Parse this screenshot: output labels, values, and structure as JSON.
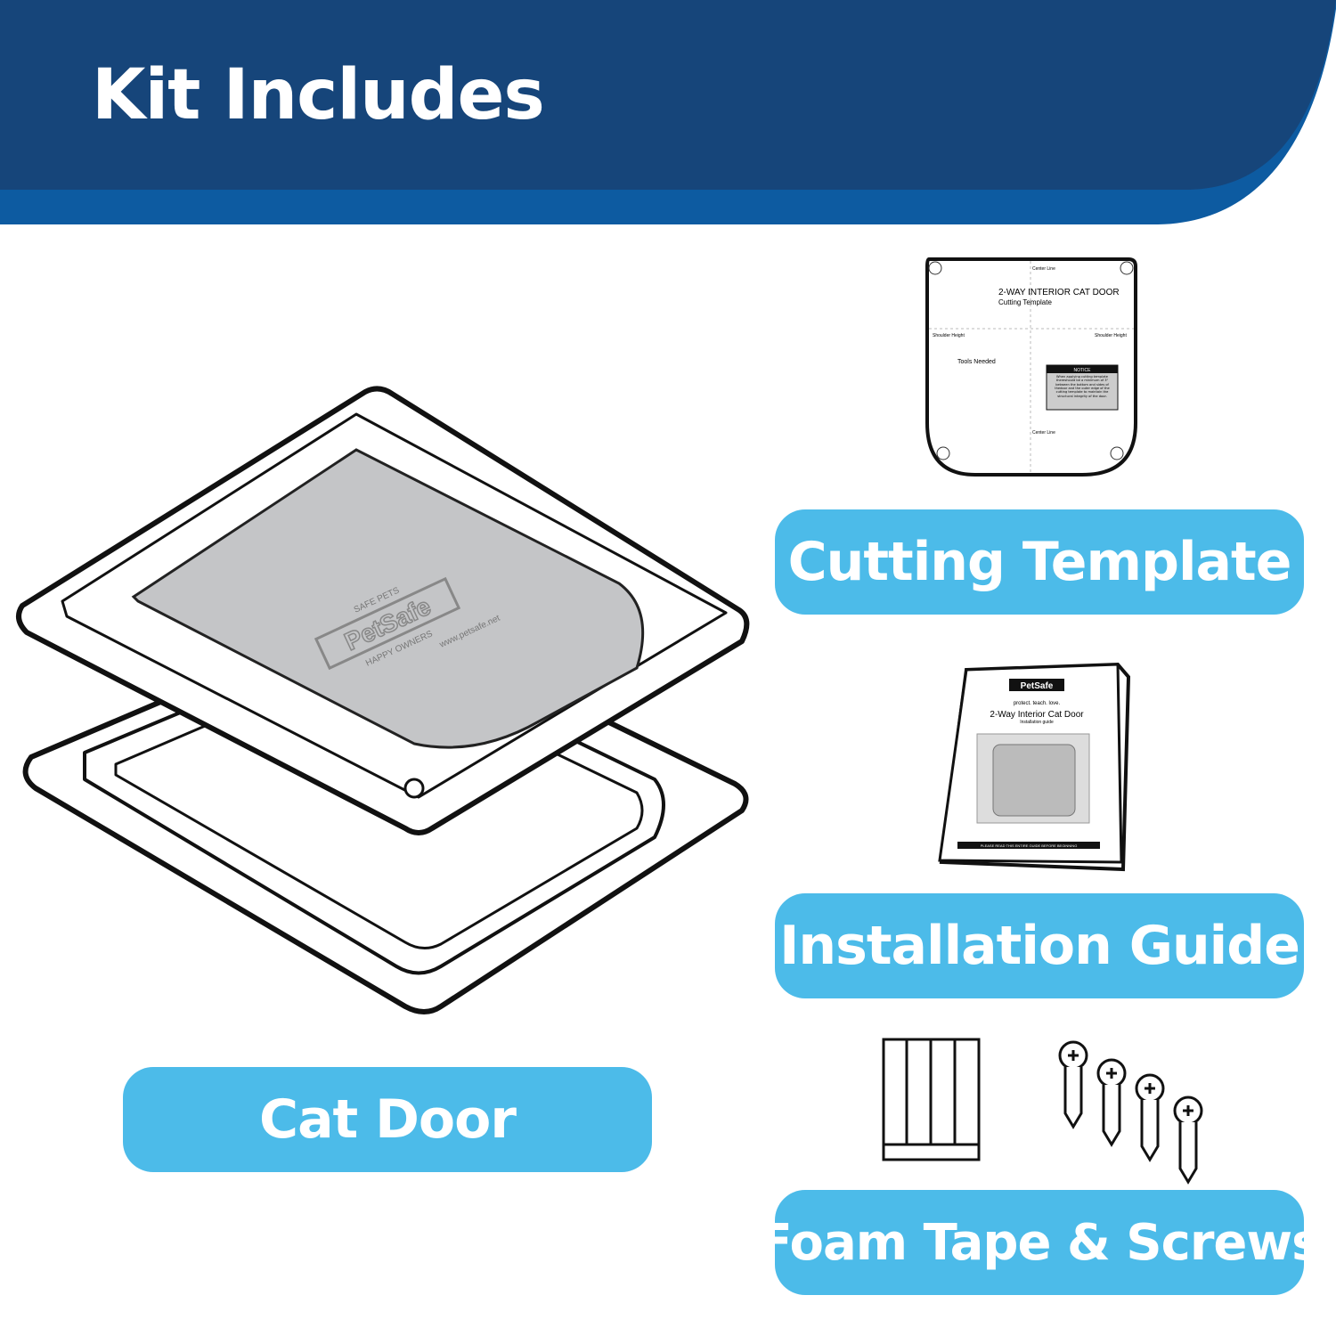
{
  "header": {
    "title": "Kit Includes",
    "colors": {
      "dark": "#16457a",
      "band": "#0d5ba1"
    }
  },
  "items": [
    {
      "label": "Cat Door"
    },
    {
      "label": "Cutting Template"
    },
    {
      "label": "Installation Guide"
    },
    {
      "label": "Foam Tape & Screws"
    }
  ],
  "cat_door": {
    "logo_text": "PetSafe",
    "seal_top": "SAFE PETS",
    "seal_bottom": "HAPPY OWNERS",
    "url": "www.petsafe.net"
  },
  "template": {
    "title": "2-WAY INTERIOR CAT DOOR",
    "subtitle": "Cutting Template",
    "center_line": "Center Line",
    "shoulder_left": "Shoulder Height",
    "shoulder_right": "Shoulder Height",
    "tools": "Tools Needed",
    "notice_title": "NOTICE",
    "notice_text": "When applying cutting template thereshould be a minimum of 3\" between the bottom and sides of thedoor and the outer edge of the cutting template to maintain the structural integrity of the door."
  },
  "guide": {
    "logo": "PetSafe",
    "tagline": "protect. teach. love.",
    "title": "2-Way Interior Cat Door",
    "subtitle": "Installation guide",
    "footer": "PLEASE READ THIS ENTIRE GUIDE BEFORE BEGINNING"
  },
  "pill_color": "#4cbbe9"
}
